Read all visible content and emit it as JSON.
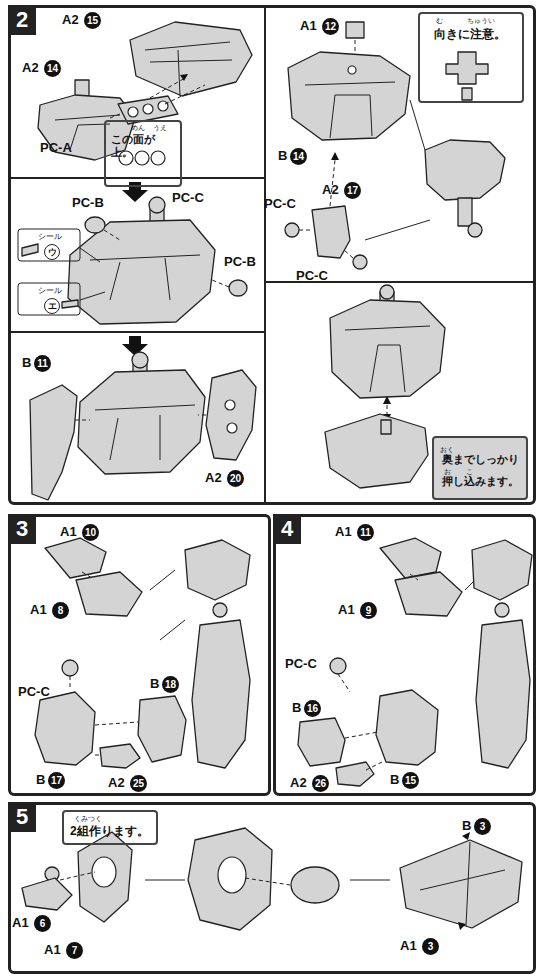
{
  "diagram": {
    "nodes": [
      {
        "text": [
          "2"
        ]
      },
      {
        "text": [
          "この面が上。"
        ],
        "in": 0
      },
      {
        "text": [
          "向きに注意。"
        ],
        "in": 0
      },
      {
        "text": [
          "奥までしっかり押し込みます。"
        ],
        "in": 0
      },
      {
        "text": [
          "3"
        ]
      },
      {
        "text": [
          "4"
        ]
      },
      {
        "text": [
          "5"
        ]
      },
      {
        "text": [
          "2組作ります。"
        ],
        "in": 6
      }
    ],
    "labels": [
      "A2",
      "15",
      "A2",
      "14",
      "PC-A",
      "めん",
      "うえ",
      "PC-B",
      "PC-C",
      "シール",
      "ウ",
      "シール",
      "エ",
      "PC-B",
      "B",
      "11",
      "A2",
      "20",
      "A1",
      "12",
      "B",
      "14",
      "PC-C",
      "A2",
      "17",
      "PC-C",
      "む",
      "ちゅうい",
      "おく",
      "お",
      "こ",
      "A1",
      "10",
      "A1",
      "8",
      "PC-C",
      "B",
      "18",
      "B",
      "17",
      "A2",
      "25",
      "A1",
      "11",
      "A1",
      "9",
      "PC-C",
      "B",
      "16",
      "A2",
      "26",
      "B",
      "15",
      "くみ",
      "つく",
      "A1",
      "6",
      "A1",
      "7",
      "B",
      "3",
      "A1",
      "3"
    ]
  }
}
